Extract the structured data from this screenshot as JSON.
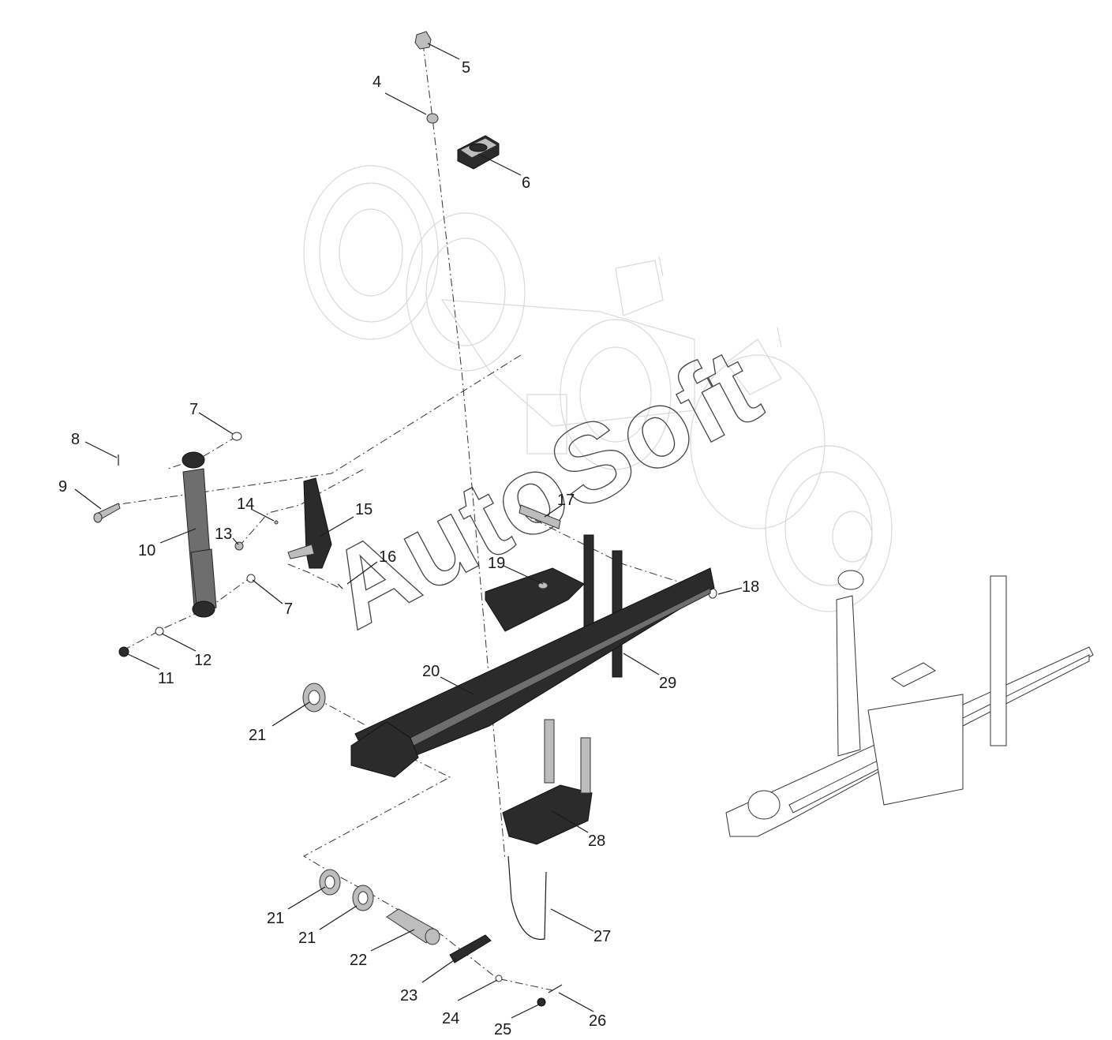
{
  "watermark": "AutoSoft",
  "colors": {
    "part": "#2b2b2b",
    "ghost_assembly": "#d9d9d9",
    "label": "#1a1a1a"
  },
  "callouts": [
    {
      "id": "c5",
      "text": "5"
    },
    {
      "id": "c4",
      "text": "4"
    },
    {
      "id": "c6",
      "text": "6"
    },
    {
      "id": "c7a",
      "text": "7"
    },
    {
      "id": "c8",
      "text": "8"
    },
    {
      "id": "c9",
      "text": "9"
    },
    {
      "id": "c14",
      "text": "14"
    },
    {
      "id": "c15",
      "text": "15"
    },
    {
      "id": "c13",
      "text": "13"
    },
    {
      "id": "c10",
      "text": "10"
    },
    {
      "id": "c16",
      "text": "16"
    },
    {
      "id": "c17",
      "text": "17"
    },
    {
      "id": "c19",
      "text": "19"
    },
    {
      "id": "c18",
      "text": "18"
    },
    {
      "id": "c7b",
      "text": "7"
    },
    {
      "id": "c12",
      "text": "12"
    },
    {
      "id": "c11",
      "text": "11"
    },
    {
      "id": "c20",
      "text": "20"
    },
    {
      "id": "c29",
      "text": "29"
    },
    {
      "id": "c21a",
      "text": "21"
    },
    {
      "id": "c28",
      "text": "28"
    },
    {
      "id": "c21b",
      "text": "21"
    },
    {
      "id": "c21c",
      "text": "21"
    },
    {
      "id": "c27",
      "text": "27"
    },
    {
      "id": "c22",
      "text": "22"
    },
    {
      "id": "c23",
      "text": "23"
    },
    {
      "id": "c24",
      "text": "24"
    },
    {
      "id": "c26",
      "text": "26"
    },
    {
      "id": "c25",
      "text": "25"
    }
  ]
}
